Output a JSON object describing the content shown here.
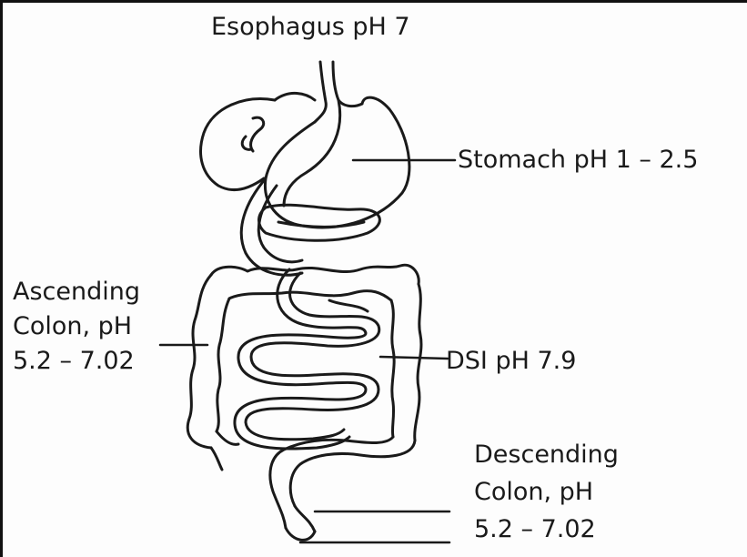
{
  "labels": {
    "esophagus": "Esophagus pH 7",
    "stomach": "Stomach pH 1 – 2.5",
    "ascending": {
      "line1": "Ascending",
      "line2": "Colon, pH",
      "line3": "5.2 – 7.02"
    },
    "dsi": "DSI pH 7.9",
    "descending": {
      "line1": "Descending",
      "line2": "Colon, pH",
      "line3": "5.2 – 7.02"
    }
  },
  "colors": {
    "ink": "#1a1a1a",
    "background": "#fdfdfd"
  }
}
